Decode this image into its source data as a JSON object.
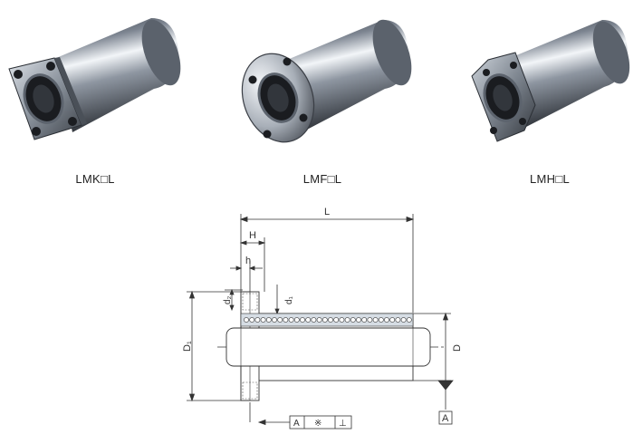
{
  "products": [
    {
      "name": "LMK□L",
      "flange": "square"
    },
    {
      "name": "LMF□L",
      "flange": "round"
    },
    {
      "name": "LMH□L",
      "flange": "cut"
    }
  ],
  "drawing": {
    "labels": {
      "L": "L",
      "H": "H",
      "h": "h",
      "d1": "d₁",
      "d2": "d₂",
      "D1": "D₁",
      "D": "D",
      "datum": "A"
    },
    "tolerance_frame": [
      "A",
      "※",
      "⊥"
    ]
  },
  "colors": {
    "metal_dark": "#3a3e45",
    "metal_light": "#e9edf2",
    "line": "#333333"
  }
}
